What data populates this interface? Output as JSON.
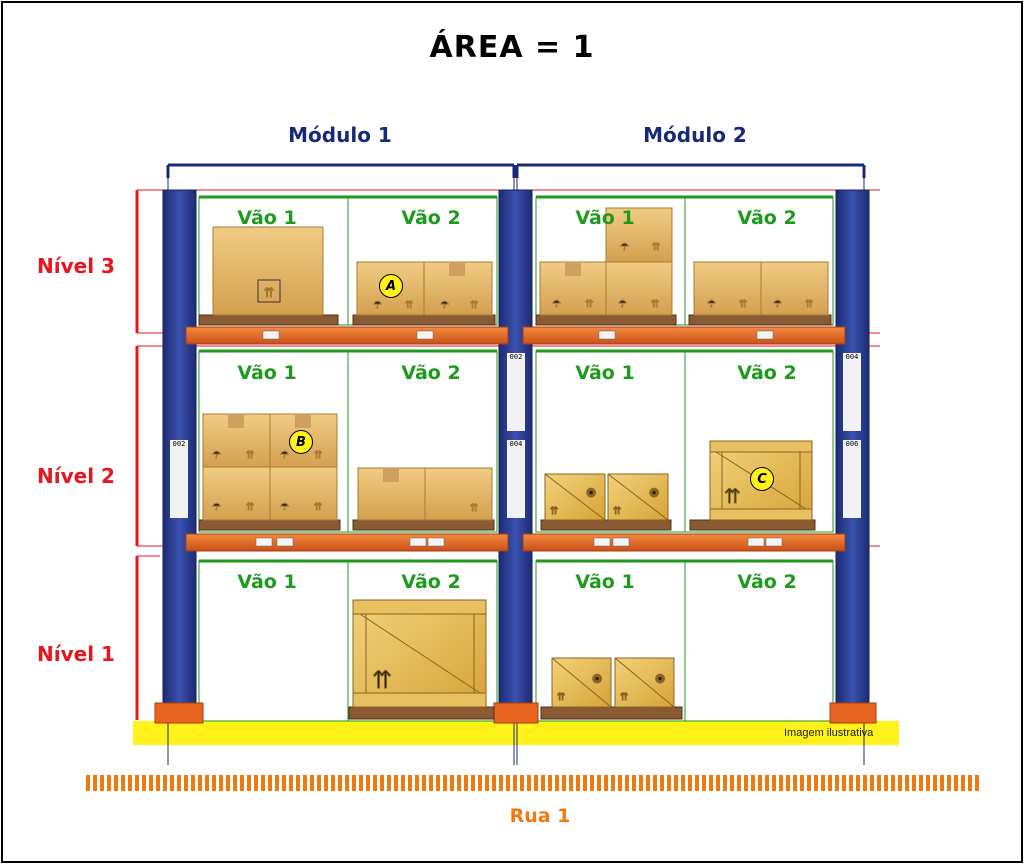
{
  "title": "ÁREA = 1",
  "modules": [
    "Módulo 1",
    "Módulo 2"
  ],
  "levels": [
    "Nível 3",
    "Nível 2",
    "Nível 1"
  ],
  "bays": [
    "Vão 1",
    "Vão 2"
  ],
  "markers": [
    "A",
    "B",
    "C"
  ],
  "location_labels": [
    "002",
    "004",
    "002",
    "004",
    "006"
  ],
  "street": "Rua 1",
  "note": "Imagem ilustrativa",
  "colors": {
    "upright": "#2b3f91",
    "beam": "#e8641e",
    "floor": "#fff21a",
    "level_line": "#e8141e",
    "bay_line": "#1e9b1e",
    "module_line": "#1a2a7a",
    "street": "#f07a10",
    "box": "#dcae5c",
    "crate": "#e2b848",
    "pallet": "#8a5a32"
  }
}
